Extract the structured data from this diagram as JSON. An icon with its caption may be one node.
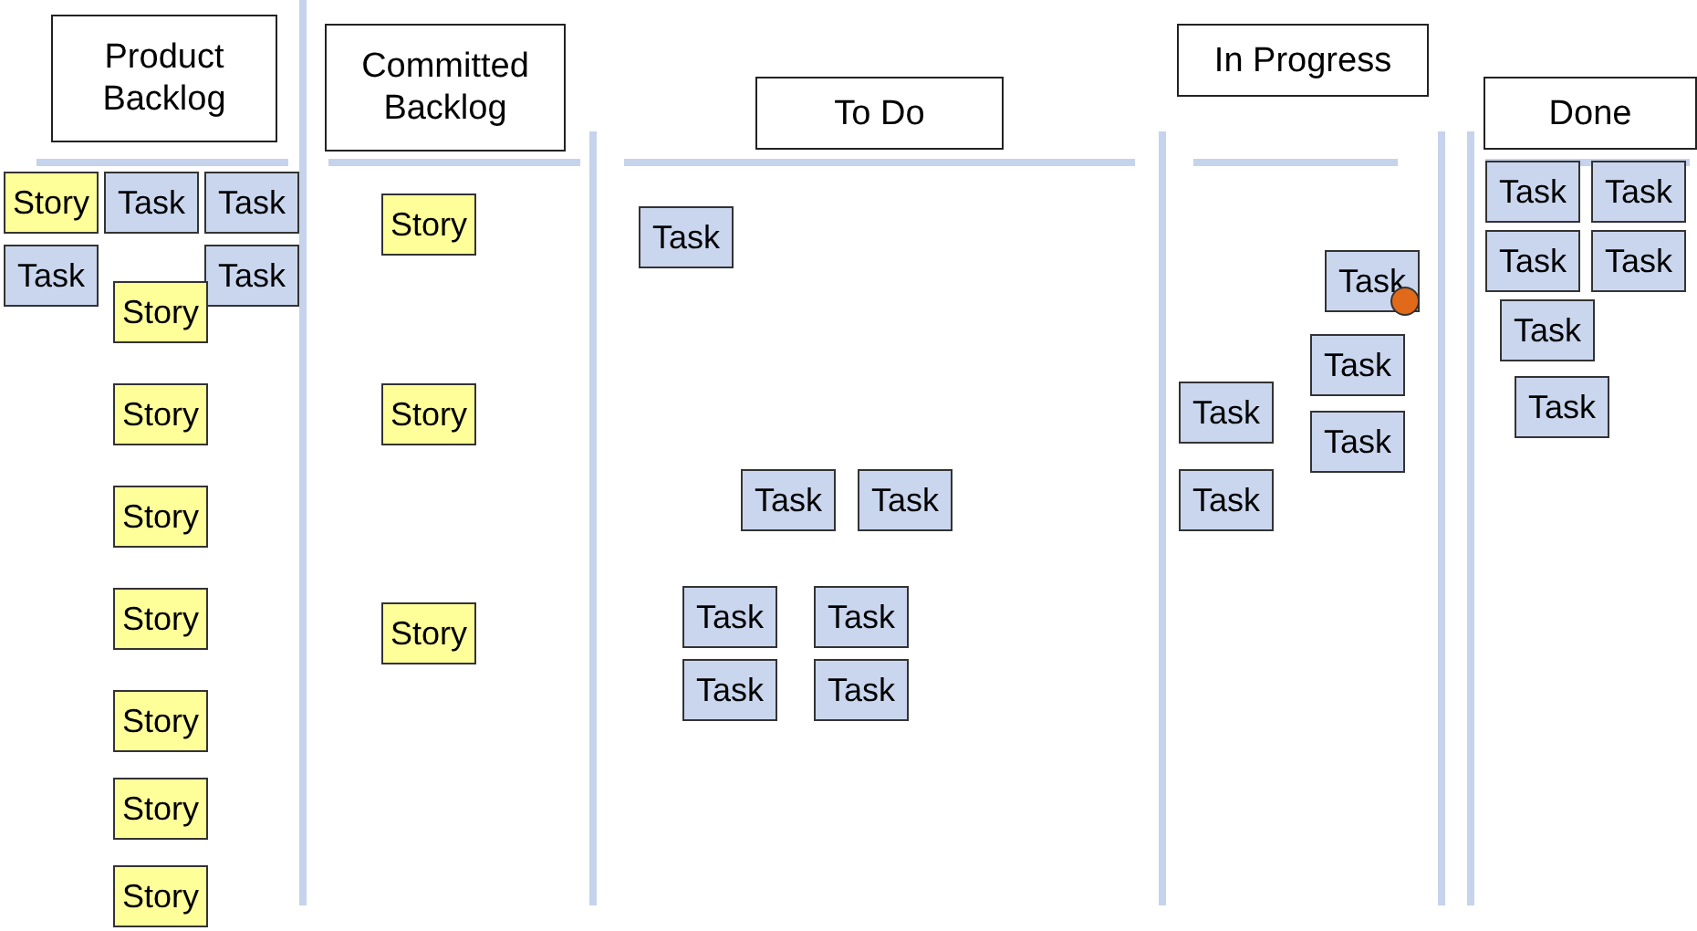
{
  "diagram": {
    "nodes": [
      {
        "text": [
          "Product Backlog"
        ]
      },
      {
        "text": [
          "Committed Backlog"
        ]
      },
      {
        "text": [
          "To Do"
        ]
      },
      {
        "text": [
          "In Progress"
        ]
      },
      {
        "text": [
          "Done"
        ]
      },
      {
        "text": [
          "Story"
        ]
      },
      {
        "text": [
          "Task"
        ]
      },
      {
        "text": [
          "Task"
        ]
      },
      {
        "text": [
          "Task"
        ]
      },
      {
        "text": [
          "Task"
        ]
      },
      {
        "text": [
          "Story"
        ]
      },
      {
        "text": [
          "Story"
        ]
      },
      {
        "text": [
          "Story"
        ]
      },
      {
        "text": [
          "Story"
        ]
      },
      {
        "text": [
          "Story"
        ]
      },
      {
        "text": [
          "Story"
        ]
      },
      {
        "text": [
          "Story"
        ]
      },
      {
        "text": [
          "Story"
        ]
      },
      {
        "text": [
          "Story"
        ]
      },
      {
        "text": [
          "Story"
        ]
      },
      {
        "text": [
          "Task"
        ]
      },
      {
        "text": [
          "Task"
        ]
      },
      {
        "text": [
          "Task"
        ]
      },
      {
        "text": [
          "Task"
        ]
      },
      {
        "text": [
          "Task"
        ]
      },
      {
        "text": [
          "Task"
        ]
      },
      {
        "text": [
          "Task"
        ]
      },
      {
        "text": [
          "Task"
        ]
      },
      {
        "text": [],
        "shape": "circle",
        "in": 27
      },
      {
        "text": [
          "Task"
        ]
      },
      {
        "text": [
          "Task"
        ]
      },
      {
        "text": [
          "Task"
        ]
      },
      {
        "text": [
          "Task"
        ]
      },
      {
        "text": [
          "Task"
        ]
      },
      {
        "text": [
          "Task"
        ]
      },
      {
        "text": [
          "Task"
        ]
      },
      {
        "text": [
          "Task"
        ]
      },
      {
        "text": [
          "Task"
        ]
      },
      {
        "text": [
          "Task"
        ]
      }
    ]
  }
}
